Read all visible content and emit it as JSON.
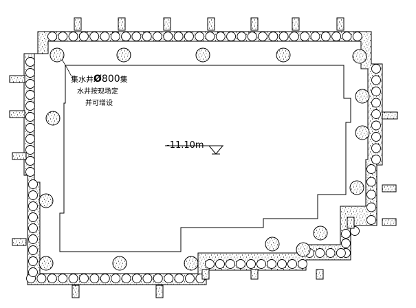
{
  "annotation": {
    "line1_prefix": "集水井",
    "line1_symbol": "Ø",
    "line1_number": "800",
    "line1_suffix": "集",
    "line2": "水井按现场定",
    "line3": "并可增设"
  },
  "elevation": {
    "value": "-11.10m"
  },
  "colors": {
    "line": "#000000",
    "background": "#ffffff"
  },
  "icons": {
    "elevation_marker": "elevation-triangle-icon",
    "pile": "circle-pile-icon",
    "dewatering_well": "stippled-well-icon"
  }
}
